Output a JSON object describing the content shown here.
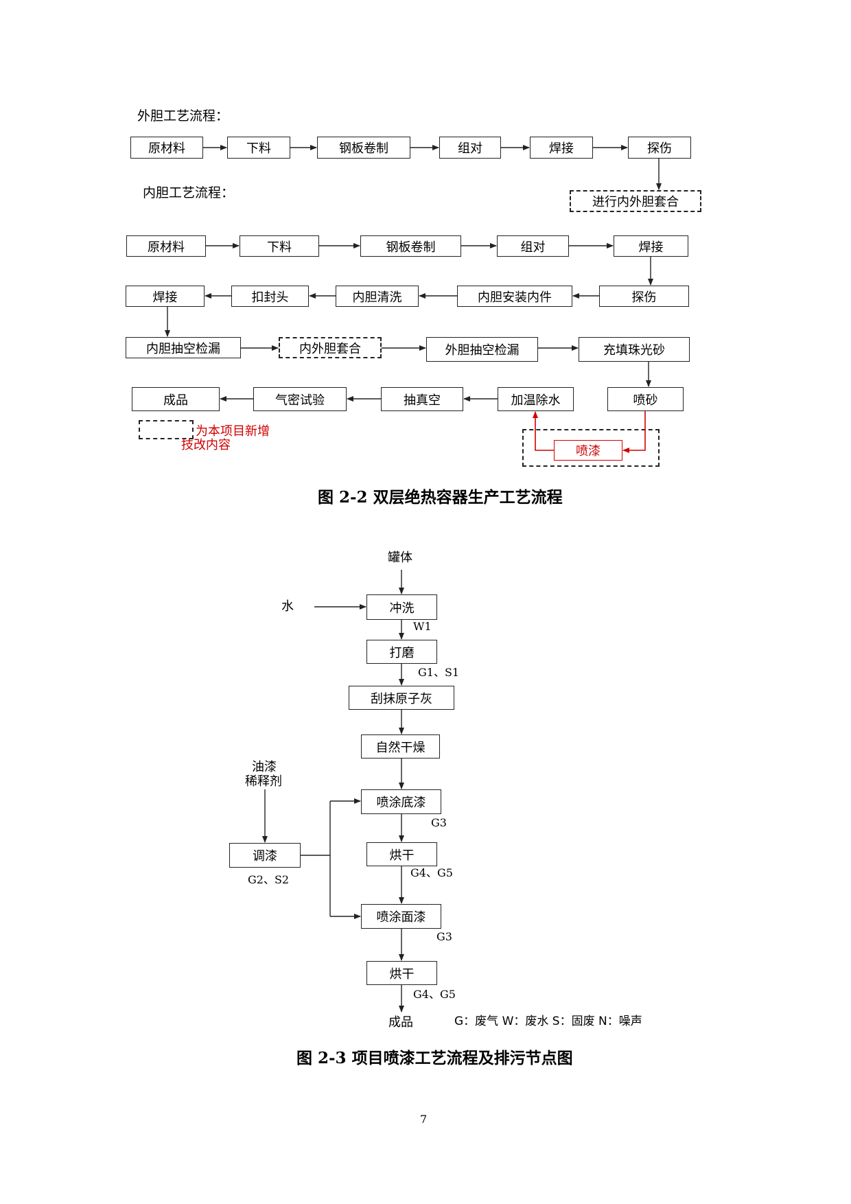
{
  "fig22": {
    "outer_title": "外胆工艺流程：",
    "inner_title": "内胆工艺流程：",
    "outer_row": [
      "原材料",
      "下料",
      "钢板卷制",
      "组对",
      "焊接",
      "探伤"
    ],
    "assembly_outer": "进行内外胆套合",
    "inner_row1": [
      "原材料",
      "下料",
      "钢板卷制",
      "组对",
      "焊接"
    ],
    "inner_row2": [
      "焊接",
      "扣封头",
      "内胆清洗",
      "内胆安装内件",
      "探伤"
    ],
    "inner_row3": [
      "内胆抽空检漏",
      "内外胆套合",
      "外胆抽空检漏",
      "充填珠光砂"
    ],
    "inner_row4": [
      "成品",
      "气密试验",
      "抽真空",
      "加温除水",
      "喷砂"
    ],
    "paint_box": "喷漆",
    "legend_text_line1": "为本项目新增",
    "legend_text_line2": "技改内容",
    "caption": "图 2-2 双层绝热容器生产工艺流程",
    "colors": {
      "highlight": "#d00000",
      "line": "#222222"
    }
  },
  "fig23": {
    "input_top": "罐体",
    "input_water": "水",
    "input_paint": [
      "油漆",
      "稀释剂"
    ],
    "steps": [
      "冲洗",
      "打磨",
      "刮抹原子灰",
      "自然干燥",
      "喷涂底漆",
      "烘干",
      "喷涂面漆",
      "烘干"
    ],
    "mix_box": "调漆",
    "output": "成品",
    "emissions": {
      "wash": "W1",
      "grind": "G1、S1",
      "primer": "G3",
      "dry1": "G4、G5",
      "mix": "G2、S2",
      "topcoat": "G3",
      "dry2": "G4、G5"
    },
    "legend": "G：废气 W：废水 S：固废 N：噪声",
    "caption": "图 2-3 项目喷漆工艺流程及排污节点图"
  },
  "page_number": "7"
}
